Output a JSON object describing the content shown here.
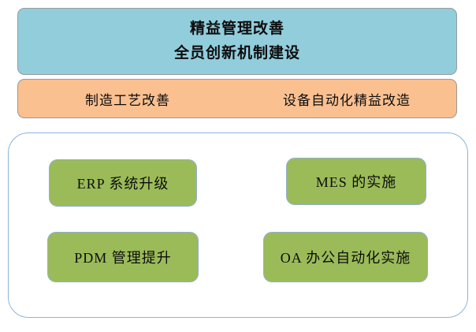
{
  "diagram": {
    "top_banner": {
      "lines": [
        "精益管理改善",
        "全员创新机制建设"
      ],
      "fill_color": "#92CDDC",
      "border_color": "#9A9A9A"
    },
    "mid_banner": {
      "left_label": "制造工艺改善",
      "right_label": "设备自动化精益改造",
      "fill_color": "#FAC090",
      "border_color": "#9A9A9A"
    },
    "project_group": {
      "border_color": "#8DB4D8",
      "fill_color": "#FFFFFF",
      "boxes": [
        {
          "label": "ERP 系统升级"
        },
        {
          "label": "MES 的实施"
        },
        {
          "label": "PDM 管理提升"
        },
        {
          "label": "OA 办公自动化实施"
        }
      ],
      "box_fill_color": "#9BBB59",
      "box_border_color": "#93AFCE"
    }
  }
}
